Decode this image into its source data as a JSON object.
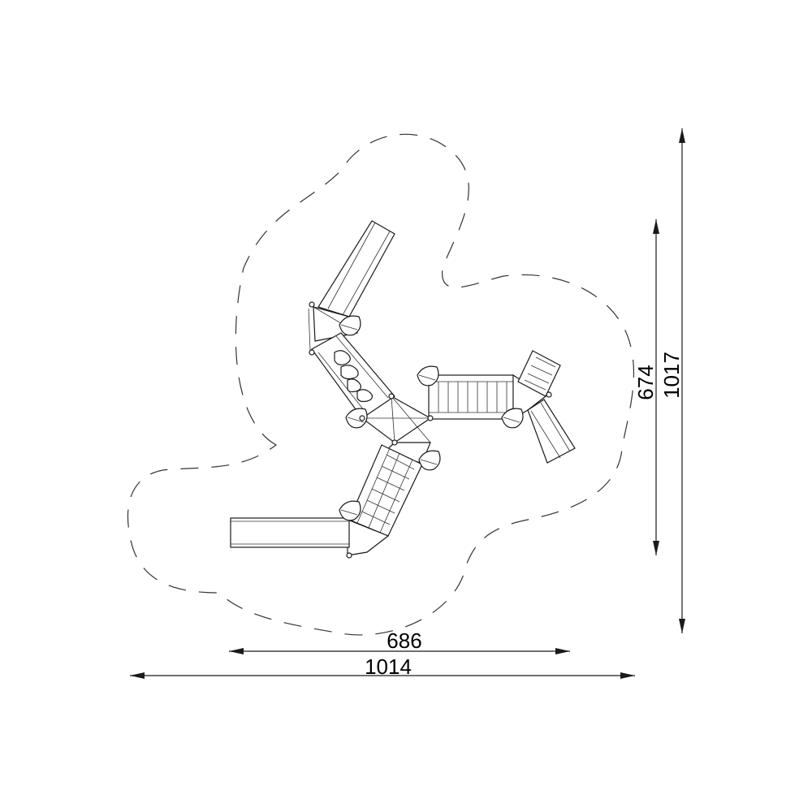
{
  "dimensions": {
    "inner_width": "686",
    "outer_width": "1014",
    "inner_height": "674",
    "outer_height": "1017"
  },
  "icons": [
    "leaf-icon",
    "arrowhead-icon"
  ],
  "colors": {
    "line": "#1a1a1a",
    "background": "#ffffff"
  }
}
